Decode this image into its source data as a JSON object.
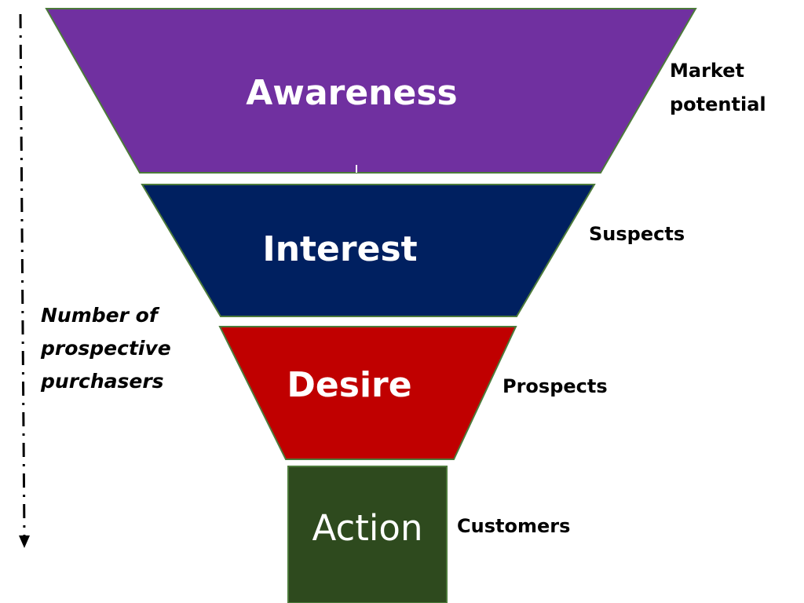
{
  "funnel": {
    "stages": [
      {
        "label": "Awareness",
        "side_label_lines": [
          "Market",
          "potential"
        ],
        "color": "#7030A0"
      },
      {
        "label": "Interest",
        "side_label_lines": [
          "Suspects"
        ],
        "color": "#002060"
      },
      {
        "label": "Desire",
        "side_label_lines": [
          "Prospects"
        ],
        "color": "#C00000"
      },
      {
        "label": "Action",
        "side_label_lines": [
          "Customers"
        ],
        "color": "#2E4A1E"
      }
    ],
    "edge_color": "#4C7A3A"
  },
  "axis": {
    "label_lines": [
      "Number of",
      "prospective",
      "purchasers"
    ]
  }
}
